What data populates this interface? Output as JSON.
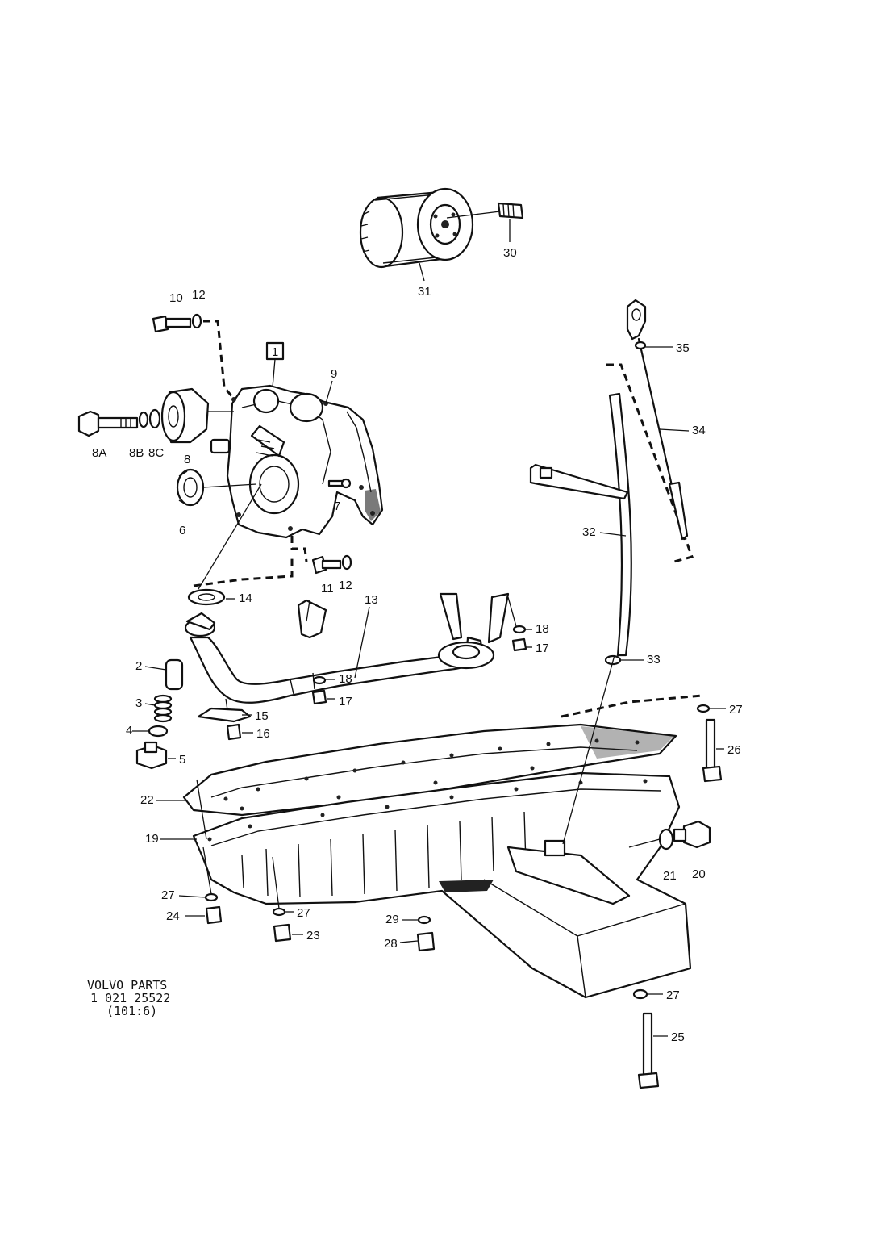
{
  "catalog": {
    "line1": "VOLVO  PARTS",
    "line2": "1 021   25522",
    "line3": "(101:6)"
  },
  "callouts": [
    {
      "id": "1",
      "text": "1",
      "boxed": true
    },
    {
      "id": "2",
      "text": "2"
    },
    {
      "id": "3",
      "text": "3"
    },
    {
      "id": "4",
      "text": "4"
    },
    {
      "id": "5",
      "text": "5"
    },
    {
      "id": "6",
      "text": "6"
    },
    {
      "id": "7",
      "text": "7"
    },
    {
      "id": "8",
      "text": "8"
    },
    {
      "id": "8A",
      "text": "8A"
    },
    {
      "id": "8B",
      "text": "8B"
    },
    {
      "id": "8C",
      "text": "8C"
    },
    {
      "id": "9",
      "text": "9"
    },
    {
      "id": "10",
      "text": "10"
    },
    {
      "id": "11",
      "text": "11"
    },
    {
      "id": "12a",
      "text": "12"
    },
    {
      "id": "12b",
      "text": "12"
    },
    {
      "id": "13",
      "text": "13"
    },
    {
      "id": "14",
      "text": "14"
    },
    {
      "id": "15",
      "text": "15"
    },
    {
      "id": "16",
      "text": "16"
    },
    {
      "id": "17a",
      "text": "17"
    },
    {
      "id": "17b",
      "text": "17"
    },
    {
      "id": "18a",
      "text": "18"
    },
    {
      "id": "18b",
      "text": "18"
    },
    {
      "id": "19",
      "text": "19"
    },
    {
      "id": "20",
      "text": "20"
    },
    {
      "id": "21",
      "text": "21"
    },
    {
      "id": "22",
      "text": "22"
    },
    {
      "id": "23",
      "text": "23"
    },
    {
      "id": "24",
      "text": "24"
    },
    {
      "id": "25",
      "text": "25"
    },
    {
      "id": "26",
      "text": "26"
    },
    {
      "id": "27a",
      "text": "27"
    },
    {
      "id": "27b",
      "text": "27"
    },
    {
      "id": "27c",
      "text": "27"
    },
    {
      "id": "27d",
      "text": "27"
    },
    {
      "id": "28",
      "text": "28"
    },
    {
      "id": "29",
      "text": "29"
    },
    {
      "id": "30",
      "text": "30"
    },
    {
      "id": "31",
      "text": "31"
    },
    {
      "id": "32",
      "text": "32"
    },
    {
      "id": "33",
      "text": "33"
    },
    {
      "id": "34",
      "text": "34"
    },
    {
      "id": "35",
      "text": "35"
    }
  ]
}
